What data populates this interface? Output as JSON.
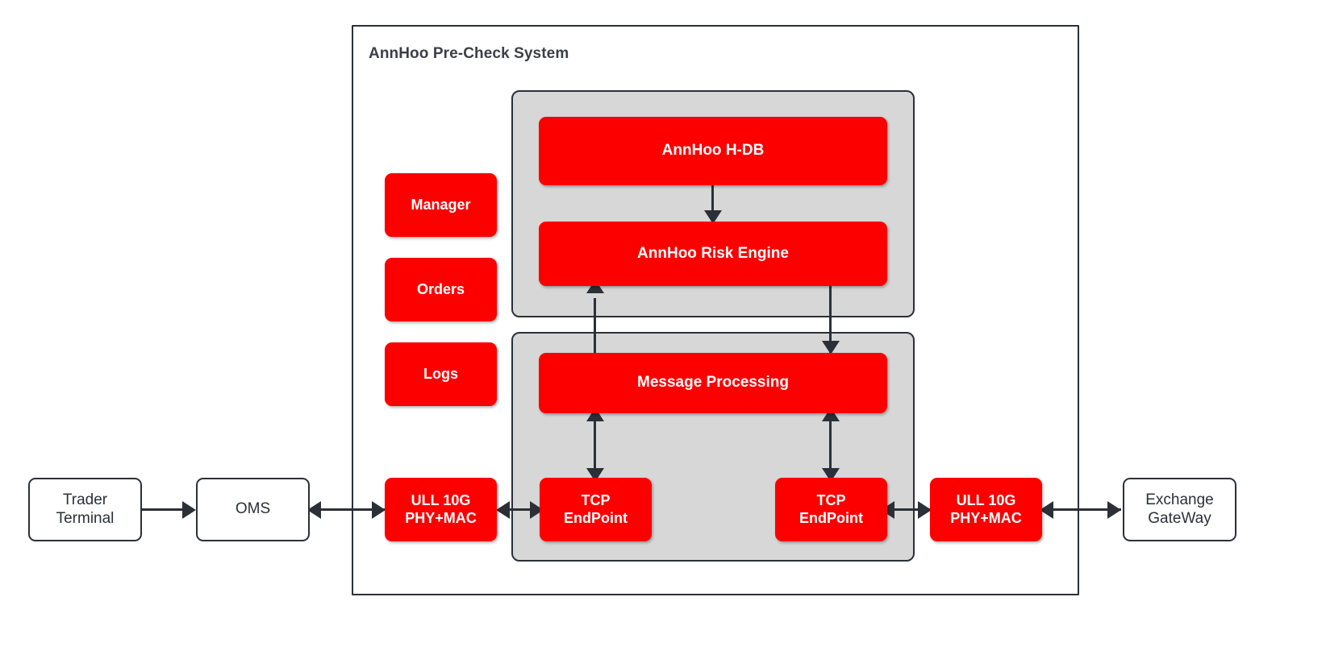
{
  "diagram": {
    "title": "AnnHoo Pre-Check System",
    "colors": {
      "accent_red": "#FC0000",
      "panel_gray": "#D7D7D7",
      "stroke_dark": "#2B3038",
      "text_on_red": "#FFFFFF",
      "background": "#FFFFFF"
    },
    "external_nodes": [
      {
        "id": "trader-terminal",
        "label": "Trader\nTerminal",
        "line1": "Trader",
        "line2": "Terminal"
      },
      {
        "id": "oms",
        "label": "OMS",
        "line1": "OMS",
        "line2": ""
      },
      {
        "id": "exchange-gateway",
        "label": "Exchange\nGateWay",
        "line1": "Exchange",
        "line2": "GateWay"
      }
    ],
    "side_stack": [
      {
        "id": "manager",
        "label": "Manager"
      },
      {
        "id": "orders",
        "label": "Orders"
      },
      {
        "id": "logs",
        "label": "Logs"
      }
    ],
    "upper_panel": {
      "id": "risk-panel",
      "nodes": [
        {
          "id": "annhoo-h-db",
          "label": "AnnHoo H-DB"
        },
        {
          "id": "annhoo-risk-engine",
          "label": "AnnHoo Risk Engine"
        }
      ]
    },
    "lower_panel": {
      "id": "message-panel",
      "nodes": [
        {
          "id": "message-processing",
          "label": "Message Processing"
        },
        {
          "id": "tcp-endpoint-left",
          "label": "TCP\nEndPoint",
          "line1": "TCP",
          "line2": "EndPoint"
        },
        {
          "id": "tcp-endpoint-right",
          "label": "TCP\nEndPoint",
          "line1": "TCP",
          "line2": "EndPoint"
        }
      ]
    },
    "nic_nodes": [
      {
        "id": "ull-10g-left",
        "label": "ULL 10G\nPHY+MAC",
        "line1": "ULL 10G",
        "line2": "PHY+MAC"
      },
      {
        "id": "ull-10g-right",
        "label": "ULL 10G\nPHY+MAC",
        "line1": "ULL 10G",
        "line2": "PHY+MAC"
      }
    ],
    "connections": [
      {
        "id": "trader-to-oms",
        "from": "trader-terminal",
        "to": "oms",
        "direction": "one-way"
      },
      {
        "id": "oms-to-ull-left",
        "from": "oms",
        "to": "ull-10g-left",
        "direction": "bidirectional"
      },
      {
        "id": "ull-left-to-tcp-left",
        "from": "ull-10g-left",
        "to": "tcp-endpoint-left",
        "direction": "bidirectional"
      },
      {
        "id": "tcp-left-to-message",
        "from": "tcp-endpoint-left",
        "to": "message-processing",
        "direction": "bidirectional"
      },
      {
        "id": "message-to-risk-engine",
        "from": "message-processing",
        "to": "annhoo-risk-engine",
        "direction": "one-way"
      },
      {
        "id": "h-db-to-risk-engine",
        "from": "annhoo-h-db",
        "to": "annhoo-risk-engine",
        "direction": "one-way"
      },
      {
        "id": "risk-engine-to-message",
        "from": "annhoo-risk-engine",
        "to": "message-processing",
        "direction": "one-way"
      },
      {
        "id": "message-to-tcp-right",
        "from": "message-processing",
        "to": "tcp-endpoint-right",
        "direction": "bidirectional"
      },
      {
        "id": "tcp-right-to-ull-right",
        "from": "tcp-endpoint-right",
        "to": "ull-10g-right",
        "direction": "bidirectional"
      },
      {
        "id": "ull-right-to-exchange",
        "from": "ull-10g-right",
        "to": "exchange-gateway",
        "direction": "bidirectional"
      }
    ]
  }
}
